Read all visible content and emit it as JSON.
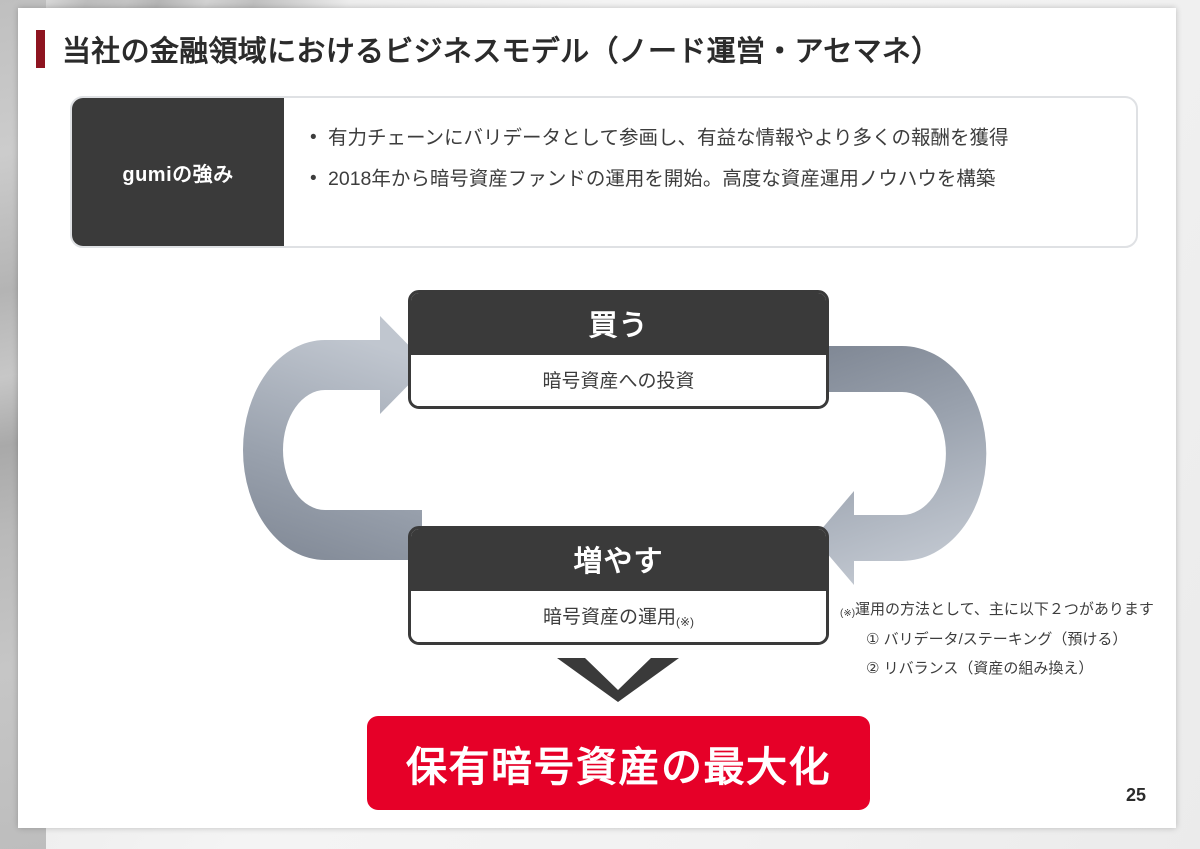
{
  "slide": {
    "title": "当社の金融領域におけるビジネスモデル（ノード運営・アセマネ）",
    "page_number": "25",
    "accent_color": "#8E1420",
    "dark_color": "#3a3a3a",
    "result_color": "#E60028"
  },
  "strength": {
    "label": "gumiの強み",
    "bullet_marker": "•",
    "bullets": [
      "有力チェーンにバリデータとして参画し、有益な情報やより多くの報酬を獲得",
      "2018年から暗号資産ファンドの運用を開始。高度な資産運用ノウハウを構築"
    ]
  },
  "cycle": {
    "buy": {
      "heading": "買う",
      "subtext": "暗号資産への投資"
    },
    "grow": {
      "heading": "増やす",
      "subtext": "暗号資産の運用",
      "footnote_mark": "(※)"
    }
  },
  "footnote": {
    "mark": "(※)",
    "intro": "運用の方法として、主に以下２つがあります",
    "items": [
      "① バリデータ/ステーキング（預ける）",
      "② リバランス（資産の組み換え）"
    ]
  },
  "result": {
    "text": "保有暗号資産の最大化"
  }
}
